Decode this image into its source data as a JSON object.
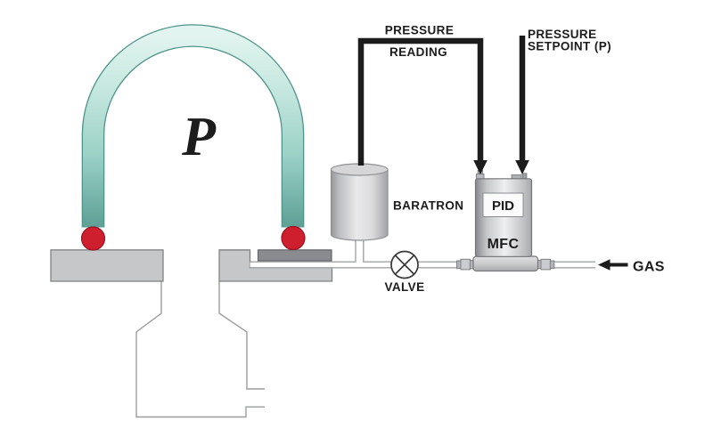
{
  "figure": {
    "chamber_symbol": "P",
    "labels": {
      "pressure_reading_line1": "PRESSURE",
      "pressure_reading_line2": "READING",
      "pressure_setpoint_line1": "PRESSURE",
      "pressure_setpoint_line2": "SETPOINT (P)",
      "baratron": "BARATRON",
      "valve": "VALVE",
      "pid_display": "PID",
      "mfc": "MFC",
      "gas": "GAS"
    },
    "colors": {
      "tube_teal_light": "#ddf1ec",
      "tube_teal_dark": "#5fa297",
      "seal_red": "#cd1f2e",
      "seal_red_edge": "#9e1220",
      "platform_gray": "#c6c7c9",
      "seal_bar_gray": "#8a8b8f",
      "signal_line_black": "#1c1c1c",
      "outline_gray": "#9b9ca0"
    }
  }
}
